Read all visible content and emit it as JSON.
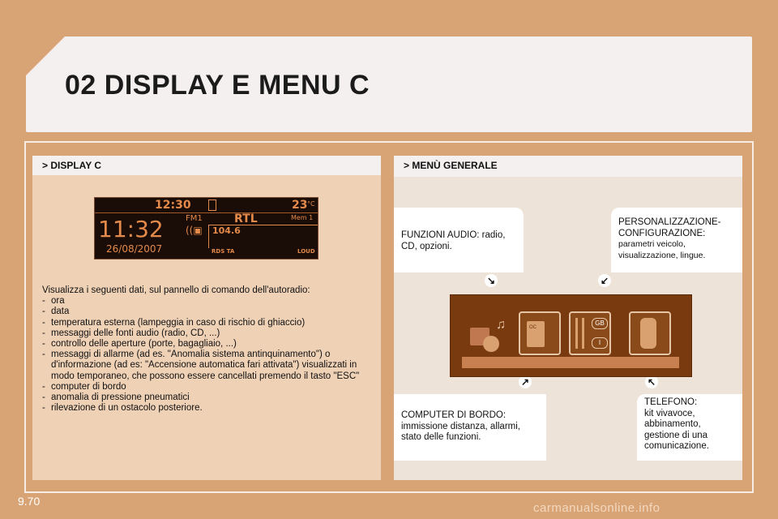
{
  "title": "02 DISPLAY E MENU C",
  "left_section": {
    "header": "> DISPLAY C",
    "display": {
      "clock_small": "12:30",
      "temperature": "23",
      "temp_unit": "°C",
      "band": "FM1",
      "station": "RTL",
      "memory": "Mem 1",
      "frequency": "104.6",
      "clock_large": "11:32",
      "date": "26/08/2007",
      "rds_ta": "RDS TA",
      "loud": "LOUD"
    },
    "intro": "Visualizza i seguenti dati, sul pannello di comando dell'autoradio:",
    "items": [
      "ora",
      "data",
      "temperatura esterna (lampeggia in caso di rischio di ghiaccio)",
      "messaggi delle fonti audio (radio, CD, ...)",
      "controllo delle aperture (porte, bagagliaio, ...)",
      "messaggi di allarme (ad es. \"Anomalia sistema antinquinamento\") o d'informazione (ad es: \"Accensione automatica fari attivata\") visualizzati in modo temporaneo, che possono essere cancellati premendo il tasto \"ESC\"",
      "computer di bordo",
      "anomalia di pressione pneumatici",
      "rilevazione di un ostacolo posteriore."
    ]
  },
  "right_section": {
    "header": "> MENÙ GENERALE",
    "audio": "FUNZIONI AUDIO: radio, CD, opzioni.",
    "perso_title": "PERSONALIZZAZIONE-CONFIGURAZIONE:",
    "perso_sub": "parametri veicolo, visualizzazione, lingue.",
    "computer": "COMPUTER DI BORDO: immissione distanza, allarmi, stato delle funzioni.",
    "tel_title": "TELEFONO:",
    "tel_body": "kit vivavoce, abbinamento, gestione di una comunicazione.",
    "menu_badges": {
      "gb": "GB",
      "it": "I",
      "oc": "OC"
    }
  },
  "page_number": "9.70",
  "watermark": "carmanualsonline.info"
}
